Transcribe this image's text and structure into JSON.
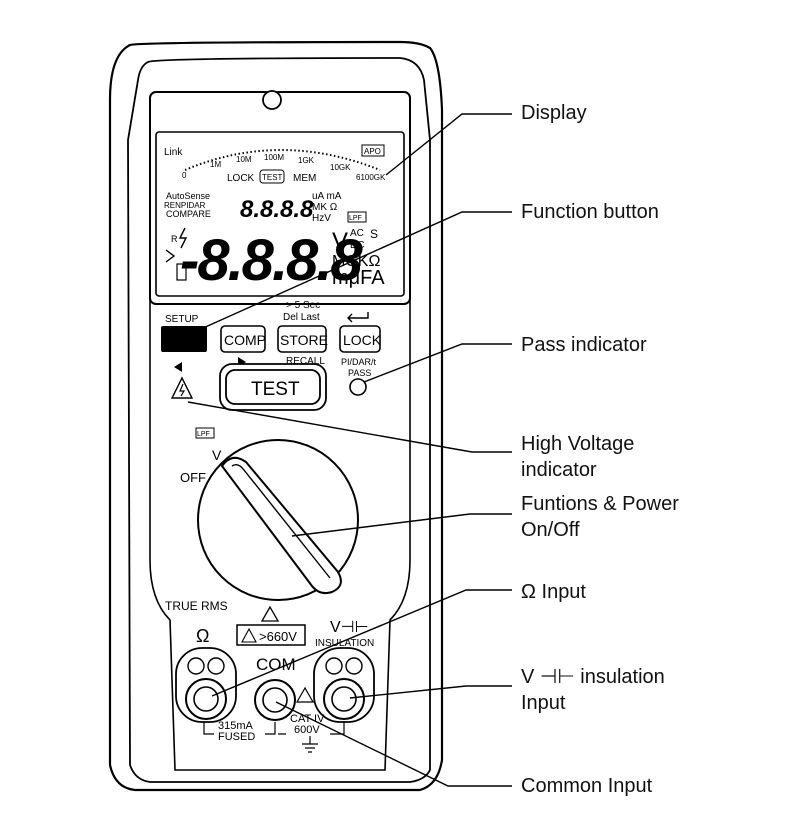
{
  "callouts": {
    "display": "Display",
    "function_button": "Function button",
    "pass_indicator": "Pass indicator",
    "high_voltage_line1": "High Voltage",
    "high_voltage_line2": "indicator",
    "functions_power_line1": "Funtions & Power",
    "functions_power_line2": "On/Off",
    "ohm_input": "Ω Input",
    "v_insulation_line1": "V ⊣⊢ insulation",
    "v_insulation_line2": "Input",
    "common_input": "Common Input"
  },
  "display": {
    "link": "Link",
    "apo": "APO",
    "scale_ticks": [
      "0",
      "1M",
      "10M",
      "100M",
      "1GK",
      "10GK",
      "6100GK"
    ],
    "lock": "LOCK",
    "test": "TEST",
    "mem": "MEM",
    "autosense": "AutoSense",
    "renpidar": "RENPIDAR",
    "compare": "COMPARE",
    "small_digits": "8.8.8.8",
    "small_units_1": "uA mA",
    "small_units_2": "MK Ω",
    "small_units_3": "HzV",
    "lpf": "LPF",
    "big_digits": "-8.8.8.8",
    "unit_v": "V",
    "unit_ac": "AC",
    "unit_s": "S",
    "unit_dc": "DC",
    "unit_mgk": "MGKΩ",
    "unit_mufa": "mμFA",
    "r_label": "R"
  },
  "buttons": {
    "setup": "SETUP",
    "comp": "COMP",
    "store_top1": "> 5 Sec",
    "store_top2": "Del Last",
    "store": "STORE",
    "recall": "RECALL",
    "lock": "LOCK",
    "test": "TEST",
    "pi_dar": "PI/DAR/t",
    "pass": "PASS"
  },
  "dial": {
    "lpf": "LPF",
    "v": "V",
    "off": "OFF"
  },
  "terminals": {
    "true_rms": "TRUE RMS",
    "ohm": "Ω",
    "warning": ">660V",
    "com": "COM",
    "v_insulation": "V⊣⊢",
    "insulation": "INSULATION",
    "fuse1": "315mA",
    "fuse2": "FUSED",
    "cat1": "CAT IV",
    "cat2": "600V"
  }
}
